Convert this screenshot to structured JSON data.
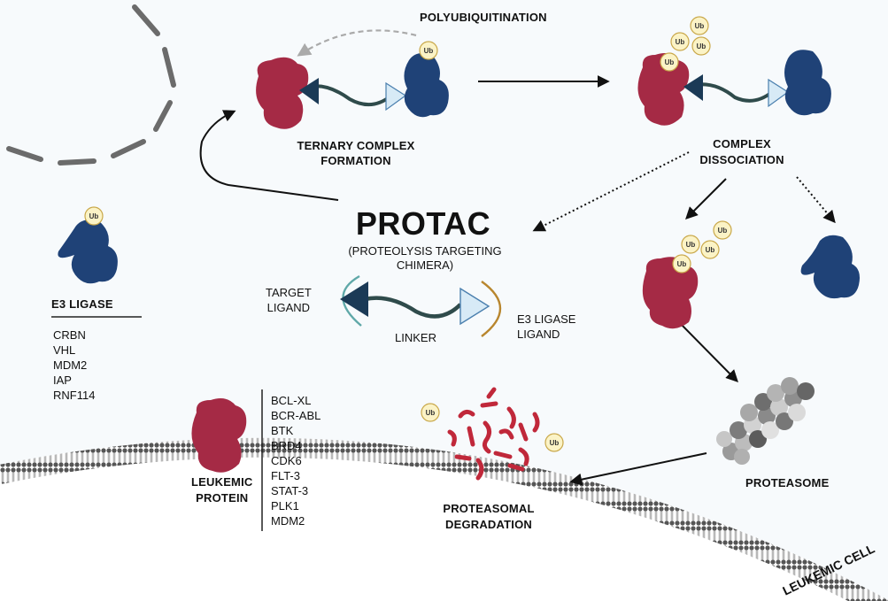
{
  "labels": {
    "polyubiquitination": "POLYUBIQUITINATION",
    "ternary_line1": "TERNARY COMPLEX",
    "ternary_line2": "FORMATION",
    "dissociation_line1": "COMPLEX",
    "dissociation_line2": "DISSOCIATION",
    "protac_title": "PROTAC",
    "protac_sub_line1": "(PROTEOLYSIS TARGETING",
    "protac_sub_line2": "CHIMERA)",
    "target_ligand_line1": "TARGET",
    "target_ligand_line2": "LIGAND",
    "linker": "LINKER",
    "e3_ligand_line1": "E3 LIGASE",
    "e3_ligand_line2": "LIGAND",
    "e3_ligase": "E3 LIGASE",
    "leukemic_protein_line1": "LEUKEMIC",
    "leukemic_protein_line2": "PROTEIN",
    "proteasome": "PROTEASOME",
    "degradation_line1": "PROTEASOMAL",
    "degradation_line2": "DEGRADATION",
    "leukemic_cell": "LEUKEMIC CELL",
    "ub": "Ub"
  },
  "e3_ligases": [
    "CRBN",
    "VHL",
    "MDM2",
    "IAP",
    "RNF114"
  ],
  "leukemic_targets": [
    "BCL-XL",
    "BCR-ABL",
    "BTK",
    "BRD4",
    "CDK6",
    "FLT-3",
    "STAT-3",
    "PLK1",
    "MDM2"
  ],
  "colors": {
    "target_protein": "#a52a45",
    "e3_ligase": "#1f4277",
    "ubiquitin_fill": "#fbf3c6",
    "ubiquitin_stroke": "#c9a84a",
    "cell_background": "#f7fafc",
    "nucleus": "#6b6b6b",
    "linker": "#2f4b4b",
    "target_ligand": "#1b3a56",
    "e3_ligand": "#d7eaf6",
    "target_arc": "#5fa8a8",
    "e3_arc": "#b8862e"
  }
}
